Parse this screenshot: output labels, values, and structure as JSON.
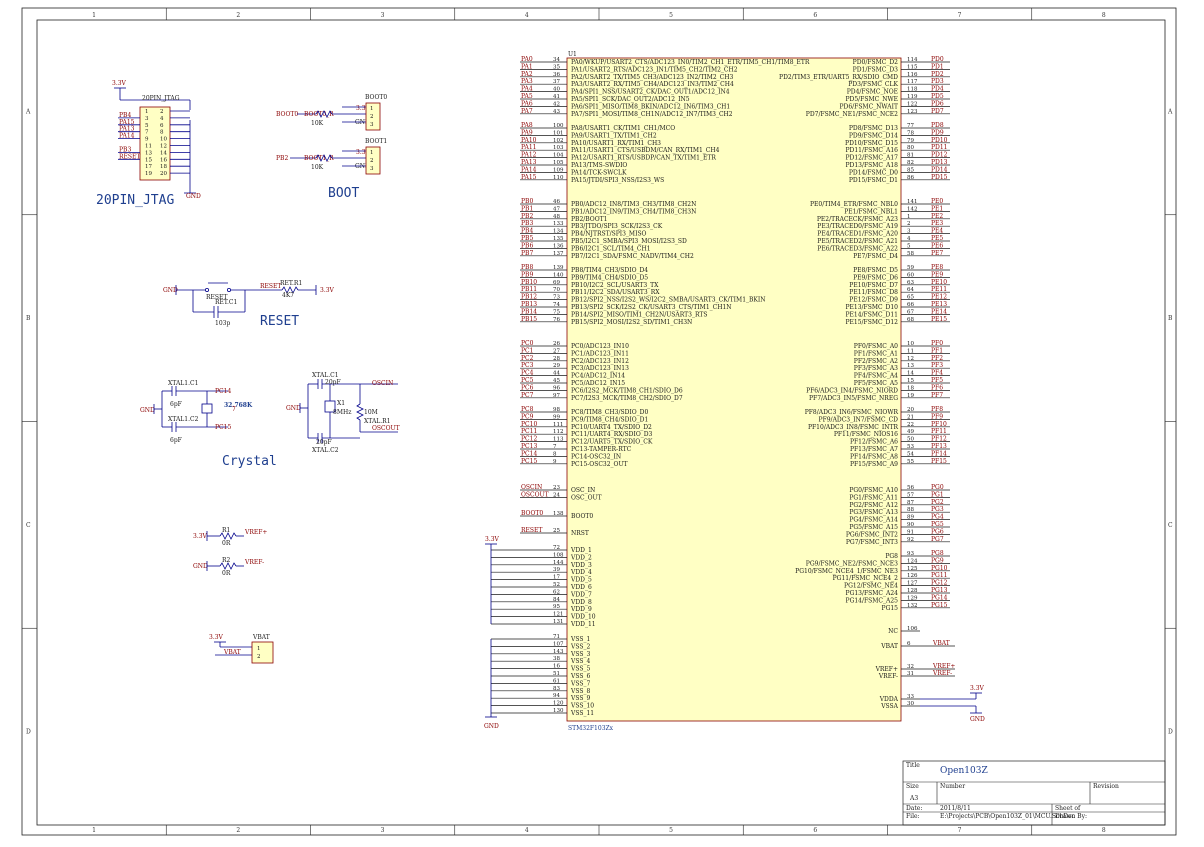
{
  "sheet": {
    "cols": [
      "1",
      "2",
      "3",
      "4",
      "5",
      "6",
      "7",
      "8"
    ],
    "rows": [
      "A",
      "B",
      "C",
      "D"
    ]
  },
  "title_block": {
    "title_label": "Title",
    "title": "Open103Z",
    "size_label": "Size",
    "size": "A3",
    "number_label": "Number",
    "revision_label": "Revision",
    "date_label": "Date:",
    "date": "2011/8/11",
    "sheet_label": "Sheet   of",
    "file_label": "File:",
    "file": "E:\\Projects\\PCB\\Open103Z_01\\MCU.SchDoc",
    "drawn_label": "Drawn By:"
  },
  "mcu": {
    "designator": "U1",
    "part": "STM32F103Zx",
    "left_pins": [
      {
        "net": "PA0",
        "num": "34",
        "name": "PA0/WKUP/USART2_CTS/ADC123_IN0/TIM2_CH1_ETR/TIM5_CH1/TIM8_ETR"
      },
      {
        "net": "PA1",
        "num": "35",
        "name": "PA1/USART2_RTS/ADC123_IN1/TIM5_CH2/TIM2_CH2"
      },
      {
        "net": "PA2",
        "num": "36",
        "name": "PA2/USART2_TX/TIM5_CH3/ADC123_IN2/TIM2_CH3"
      },
      {
        "net": "PA3",
        "num": "37",
        "name": "PA3/USART2_RX/TIM5_CH4/ADC123_IN3/TIM2_CH4"
      },
      {
        "net": "PA4",
        "num": "40",
        "name": "PA4/SPI1_NSS/USART2_CK/DAC_OUT1/ADC12_IN4"
      },
      {
        "net": "PA5",
        "num": "41",
        "name": "PA5/SPI1_SCK/DAC_OUT2/ADC12_IN5"
      },
      {
        "net": "PA6",
        "num": "42",
        "name": "PA6/SPI1_MISO/TIM8_BKIN/ADC12_IN6/TIM3_CH1"
      },
      {
        "net": "PA7",
        "num": "43",
        "name": "PA7/SPI1_MOSI/TIM8_CH1N/ADC12_IN7/TIM3_CH2"
      },
      {
        "net": "PA8",
        "num": "100",
        "name": "PA8/USART1_CK/TIM1_CH1/MCO"
      },
      {
        "net": "PA9",
        "num": "101",
        "name": "PA9/USART1_TX/TIM1_CH2"
      },
      {
        "net": "PA10",
        "num": "102",
        "name": "PA10/USART1_RX/TIM1_CH3"
      },
      {
        "net": "PA11",
        "num": "103",
        "name": "PA11/USART1_CTS/USBDM/CAN_RX/TIM1_CH4"
      },
      {
        "net": "PA12",
        "num": "104",
        "name": "PA12/USART1_RTS/USBDP/CAN_TX/TIM1_ETR"
      },
      {
        "net": "PA13",
        "num": "105",
        "name": "PA13/TMS-SWDIO"
      },
      {
        "net": "PA14",
        "num": "109",
        "name": "PA14/TCK-SWCLK"
      },
      {
        "net": "PA15",
        "num": "110",
        "name": "PA15/JTDI/SPI3_NSS/I2S3_WS"
      },
      {
        "net": "PB0",
        "num": "46",
        "name": "PB0/ADC12_IN8/TIM3_CH3/TIM8_CH2N"
      },
      {
        "net": "PB1",
        "num": "47",
        "name": "PB1/ADC12_IN9/TIM3_CH4/TIM8_CH3N"
      },
      {
        "net": "PB2",
        "num": "48",
        "name": "PB2/BOOT1"
      },
      {
        "net": "PB3",
        "num": "133",
        "name": "PB3/JTDO/SPI3_SCK/I2S3_CK"
      },
      {
        "net": "PB4",
        "num": "134",
        "name": "PB4/NJTRST/SPI3_MISO"
      },
      {
        "net": "PB5",
        "num": "135",
        "name": "PB5/I2C1_SMBA/SPI3_MOSI/I2S3_SD"
      },
      {
        "net": "PB6",
        "num": "136",
        "name": "PB6/I2C1_SCL/TIM4_CH1"
      },
      {
        "net": "PB7",
        "num": "137",
        "name": "PB7/I2C1_SDA/FSMC_NADV/TIM4_CH2"
      },
      {
        "net": "PB8",
        "num": "139",
        "name": "PB8/TIM4_CH3/SDIO_D4"
      },
      {
        "net": "PB9",
        "num": "140",
        "name": "PB9/TIM4_CH4/SDIO_D5"
      },
      {
        "net": "PB10",
        "num": "69",
        "name": "PB10/I2C2_SCL/USART3_TX"
      },
      {
        "net": "PB11",
        "num": "70",
        "name": "PB11/I2C2_SDA/USART3_RX"
      },
      {
        "net": "PB12",
        "num": "73",
        "name": "PB12/SPI2_NSS/I2S2_WS/I2C2_SMBA/USART3_CK/TIM1_BKIN"
      },
      {
        "net": "PB13",
        "num": "74",
        "name": "PB13/SPI2_SCK/I2S2_CK/USART3_CTS/TIM1_CH1N"
      },
      {
        "net": "PB14",
        "num": "75",
        "name": "PB14/SPI2_MISO/TIM1_CH2N/USART3_RTS"
      },
      {
        "net": "PB15",
        "num": "76",
        "name": "PB15/SPI2_MOSI/I2S2_SD/TIM1_CH3N"
      },
      {
        "net": "PC0",
        "num": "26",
        "name": "PC0/ADC123_IN10"
      },
      {
        "net": "PC1",
        "num": "27",
        "name": "PC1/ADC123_IN11"
      },
      {
        "net": "PC2",
        "num": "28",
        "name": "PC2/ADC123_IN12"
      },
      {
        "net": "PC3",
        "num": "29",
        "name": "PC3/ADC123_IN13"
      },
      {
        "net": "PC4",
        "num": "44",
        "name": "PC4/ADC12_IN14"
      },
      {
        "net": "PC5",
        "num": "45",
        "name": "PC5/ADC12_IN15"
      },
      {
        "net": "PC6",
        "num": "96",
        "name": "PC6/I2S2_MCK/TIM8_CH1/SDIO_D6"
      },
      {
        "net": "PC7",
        "num": "97",
        "name": "PC7/I2S3_MCK/TIM8_CH2/SDIO_D7"
      },
      {
        "net": "PC8",
        "num": "98",
        "name": "PC8/TIM8_CH3/SDIO_D0"
      },
      {
        "net": "PC9",
        "num": "99",
        "name": "PC9/TIM8_CH4/SDIO_D1"
      },
      {
        "net": "PC10",
        "num": "111",
        "name": "PC10/UART4_TX/SDIO_D2"
      },
      {
        "net": "PC11",
        "num": "112",
        "name": "PC11/UART4_RX/SDIO_D3"
      },
      {
        "net": "PC12",
        "num": "113",
        "name": "PC12/UART5_TX/SDIO_CK"
      },
      {
        "net": "PC13",
        "num": "7",
        "name": "PC13-TAMPER-RTC"
      },
      {
        "net": "PC14",
        "num": "8",
        "name": "PC14-OSC32_IN"
      },
      {
        "net": "PC15",
        "num": "9",
        "name": "PC15-OSC32_OUT"
      },
      {
        "net": "OSCIN",
        "num": "23",
        "name": "OSC_IN"
      },
      {
        "net": "OSCOUT",
        "num": "24",
        "name": "OSC_OUT"
      },
      {
        "net": "BOOT0",
        "num": "138",
        "name": "BOOT0"
      },
      {
        "net": "RESET",
        "num": "25",
        "name": "NRST"
      }
    ],
    "vdd_pins": [
      {
        "num": "72",
        "name": "VDD_1"
      },
      {
        "num": "108",
        "name": "VDD_2"
      },
      {
        "num": "144",
        "name": "VDD_3"
      },
      {
        "num": "39",
        "name": "VDD_4"
      },
      {
        "num": "17",
        "name": "VDD_5"
      },
      {
        "num": "52",
        "name": "VDD_6"
      },
      {
        "num": "62",
        "name": "VDD_7"
      },
      {
        "num": "84",
        "name": "VDD_8"
      },
      {
        "num": "95",
        "name": "VDD_9"
      },
      {
        "num": "121",
        "name": "VDD_10"
      },
      {
        "num": "131",
        "name": "VDD_11"
      }
    ],
    "vss_pins": [
      {
        "num": "71",
        "name": "VSS_1"
      },
      {
        "num": "107",
        "name": "VSS_2"
      },
      {
        "num": "143",
        "name": "VSS_3"
      },
      {
        "num": "38",
        "name": "VSS_4"
      },
      {
        "num": "16",
        "name": "VSS_5"
      },
      {
        "num": "51",
        "name": "VSS_6"
      },
      {
        "num": "61",
        "name": "VSS_7"
      },
      {
        "num": "83",
        "name": "VSS_8"
      },
      {
        "num": "94",
        "name": "VSS_9"
      },
      {
        "num": "120",
        "name": "VSS_10"
      },
      {
        "num": "130",
        "name": "VSS_11"
      }
    ],
    "right_pins": [
      {
        "net": "PD0",
        "num": "114",
        "name": "PD0/FSMC_D2"
      },
      {
        "net": "PD1",
        "num": "115",
        "name": "PD1/FSMC_D3"
      },
      {
        "net": "PD2",
        "num": "116",
        "name": "PD2/TIM3_ETR/UART5_RX/SDIO_CMD"
      },
      {
        "net": "PD3",
        "num": "117",
        "name": "PD3/FSMC_CLK"
      },
      {
        "net": "PD4",
        "num": "118",
        "name": "PD4/FSMC_NOE"
      },
      {
        "net": "PD5",
        "num": "119",
        "name": "PD5/FSMC_NWE"
      },
      {
        "net": "PD6",
        "num": "122",
        "name": "PD6/FSMC_NWAIT"
      },
      {
        "net": "PD7",
        "num": "123",
        "name": "PD7/FSMC_NE1/FSMC_NCE2"
      },
      {
        "net": "PD8",
        "num": "77",
        "name": "PD8/FSMC_D13"
      },
      {
        "net": "PD9",
        "num": "78",
        "name": "PD9/FSMC_D14"
      },
      {
        "net": "PD10",
        "num": "79",
        "name": "PD10/FSMC_D15"
      },
      {
        "net": "PD11",
        "num": "80",
        "name": "PD11/FSMC_A16"
      },
      {
        "net": "PD12",
        "num": "81",
        "name": "PD12/FSMC_A17"
      },
      {
        "net": "PD13",
        "num": "82",
        "name": "PD13/FSMC_A18"
      },
      {
        "net": "PD14",
        "num": "85",
        "name": "PD14/FSMC_D0"
      },
      {
        "net": "PD15",
        "num": "86",
        "name": "PD15/FSMC_D1"
      },
      {
        "net": "PE0",
        "num": "141",
        "name": "PE0/TIM4_ETR/FSMC_NBL0"
      },
      {
        "net": "PE1",
        "num": "142",
        "name": "PE1/FSMC_NBL1"
      },
      {
        "net": "PE2",
        "num": "1",
        "name": "PE2/TRACECK/FSMC_A23"
      },
      {
        "net": "PE3",
        "num": "2",
        "name": "PE3/TRACED0/FSMC_A19"
      },
      {
        "net": "PE4",
        "num": "3",
        "name": "PE4/TRACED1/FSMC_A20"
      },
      {
        "net": "PE5",
        "num": "4",
        "name": "PE5/TRACED2/FSMC_A21"
      },
      {
        "net": "PE6",
        "num": "5",
        "name": "PE6/TRACED3/FSMC_A22"
      },
      {
        "net": "PE7",
        "num": "58",
        "name": "PE7/FSMC_D4"
      },
      {
        "net": "PE8",
        "num": "59",
        "name": "PE8/FSMC_D5"
      },
      {
        "net": "PE9",
        "num": "60",
        "name": "PE9/FSMC_D6"
      },
      {
        "net": "PE10",
        "num": "63",
        "name": "PE10/FSMC_D7"
      },
      {
        "net": "PE11",
        "num": "64",
        "name": "PE11/FSMC_D8"
      },
      {
        "net": "PE12",
        "num": "65",
        "name": "PE12/FSMC_D9"
      },
      {
        "net": "PE13",
        "num": "66",
        "name": "PE13/FSMC_D10"
      },
      {
        "net": "PE14",
        "num": "67",
        "name": "PE14/FSMC_D11"
      },
      {
        "net": "PE15",
        "num": "68",
        "name": "PE15/FSMC_D12"
      },
      {
        "net": "PF0",
        "num": "10",
        "name": "PF0/FSMC_A0"
      },
      {
        "net": "PF1",
        "num": "11",
        "name": "PF1/FSMC_A1"
      },
      {
        "net": "PF2",
        "num": "12",
        "name": "PF2/FSMC_A2"
      },
      {
        "net": "PF3",
        "num": "13",
        "name": "PF3/FSMC_A3"
      },
      {
        "net": "PF4",
        "num": "14",
        "name": "PF4/FSMC_A4"
      },
      {
        "net": "PF5",
        "num": "15",
        "name": "PF5/FSMC_A5"
      },
      {
        "net": "PF6",
        "num": "18",
        "name": "PF6/ADC3_IN4/FSMC_NIORD"
      },
      {
        "net": "PF7",
        "num": "19",
        "name": "PF7/ADC3_IN5/FSMC_NREG"
      },
      {
        "net": "PF8",
        "num": "20",
        "name": "PF8/ADC3_IN6/FSMC_NIOWR"
      },
      {
        "net": "PF9",
        "num": "21",
        "name": "PF9/ADC3_IN7/FSMC_CD"
      },
      {
        "net": "PF10",
        "num": "22",
        "name": "PF10/ADC3_IN8/FSMC_INTR"
      },
      {
        "net": "PF11",
        "num": "49",
        "name": "PF11/FSMC_NIOS16"
      },
      {
        "net": "PF12",
        "num": "50",
        "name": "PF12/FSMC_A6"
      },
      {
        "net": "PF13",
        "num": "53",
        "name": "PF13/FSMC_A7"
      },
      {
        "net": "PF14",
        "num": "54",
        "name": "PF14/FSMC_A8"
      },
      {
        "net": "PF15",
        "num": "55",
        "name": "PF15/FSMC_A9"
      },
      {
        "net": "PG0",
        "num": "56",
        "name": "PG0/FSMC_A10"
      },
      {
        "net": "PG1",
        "num": "57",
        "name": "PG1/FSMC_A11"
      },
      {
        "net": "PG2",
        "num": "87",
        "name": "PG2/FSMC_A12"
      },
      {
        "net": "PG3",
        "num": "88",
        "name": "PG3/FSMC_A13"
      },
      {
        "net": "PG4",
        "num": "89",
        "name": "PG4/FSMC_A14"
      },
      {
        "net": "PG5",
        "num": "90",
        "name": "PG5/FSMC_A15"
      },
      {
        "net": "PG6",
        "num": "91",
        "name": "PG6/FSMC_INT2"
      },
      {
        "net": "PG7",
        "num": "92",
        "name": "PG7/FSMC_INT3"
      },
      {
        "net": "PG8",
        "num": "93",
        "name": "PG8"
      },
      {
        "net": "PG9",
        "num": "124",
        "name": "PG9/FSMC_NE2/FSMC_NCE3"
      },
      {
        "net": "PG10",
        "num": "125",
        "name": "PG10/FSMC_NCE4_1/FSMC_NE3"
      },
      {
        "net": "PG11",
        "num": "126",
        "name": "PG11/FSMC_NCE4_2"
      },
      {
        "net": "PG12",
        "num": "127",
        "name": "PG12/FSMC_NE4"
      },
      {
        "net": "PG13",
        "num": "128",
        "name": "PG13/FSMC_A24"
      },
      {
        "net": "PG14",
        "num": "129",
        "name": "PG14/FSMC_A25"
      },
      {
        "net": "PG15",
        "num": "132",
        "name": "PG15"
      }
    ],
    "misc_right": [
      {
        "net": "",
        "num": "106",
        "name": "NC"
      },
      {
        "net": "VBAT",
        "num": "6",
        "name": "VBAT"
      },
      {
        "net": "VREF+",
        "num": "32",
        "name": "VREF+"
      },
      {
        "net": "VREF-",
        "num": "31",
        "name": "VREF-"
      },
      {
        "net": "",
        "num": "33",
        "name": "VDDA"
      },
      {
        "net": "",
        "num": "30",
        "name": "VSSA"
      }
    ],
    "vdd_net": "3.3V",
    "gnd_net": "GND",
    "vdda_net": "3.3V",
    "vssa_net": "GND"
  },
  "jtag": {
    "vcc": "3.3V",
    "part": "20PIN_JTAG",
    "title": "20PIN_JTAG",
    "gnd": "GND",
    "nets": [
      "PB4",
      "PA15",
      "PA13",
      "PA14",
      "PB3",
      "RESET"
    ],
    "pins_left": [
      "1",
      "3",
      "5",
      "7",
      "9",
      "11",
      "13",
      "15",
      "17",
      "19"
    ],
    "pins_right": [
      "2",
      "4",
      "6",
      "8",
      "10",
      "12",
      "14",
      "16",
      "18",
      "20"
    ]
  },
  "boot": {
    "title": "BOOT",
    "boot0": {
      "net": "BOOT0",
      "res": "BOOT0_R",
      "val": "10K",
      "vcc": "3.3V",
      "gnd": "GND",
      "conn": "BOOT0",
      "pins": [
        "1",
        "2",
        "3"
      ]
    },
    "boot1": {
      "net": "PB2",
      "res": "BOOT1_R",
      "val": "10K",
      "vcc": "3.3V",
      "gnd": "GND",
      "conn": "BOOT1",
      "pins": [
        "1",
        "2",
        "3"
      ]
    }
  },
  "reset": {
    "title": "RESET",
    "gnd": "GND",
    "switch": "RESET",
    "cap": "RET.C1",
    "cap_val": "103p",
    "net": "RESET",
    "res": "RET.R1",
    "res_val": "4K7",
    "vcc": "3.3V"
  },
  "crystal": {
    "title": "Crystal",
    "gnd": "GND",
    "c1": "XTAL1.C1",
    "c1_val": "6pF",
    "c2": "XTAL1.C2",
    "c2_val": "6pF",
    "x32": "32.768K",
    "x32_net": "PC14",
    "x32_net2": "PC15",
    "x32_pin": "7",
    "hc1": "XTAL.C1",
    "hc1_val": "20pF",
    "hc2": "XTAL.C2",
    "hc2_val": "20pF",
    "x1": "X1",
    "x1_val": "8MHz",
    "hr": "XTAL.R1",
    "hr_val": "10M",
    "oscin": "OSCIN",
    "oscout": "OSCOUT"
  },
  "vref": {
    "vcc": "3.3V",
    "gnd": "GND",
    "r1": "R1",
    "r1_val": "0R",
    "net_plus": "VREF+",
    "r2": "R2",
    "r2_val": "0R",
    "net_minus": "VREF-"
  },
  "vbat": {
    "vcc": "3.3V",
    "conn": "VBAT",
    "net": "VBAT",
    "pins": [
      "1",
      "2"
    ]
  }
}
